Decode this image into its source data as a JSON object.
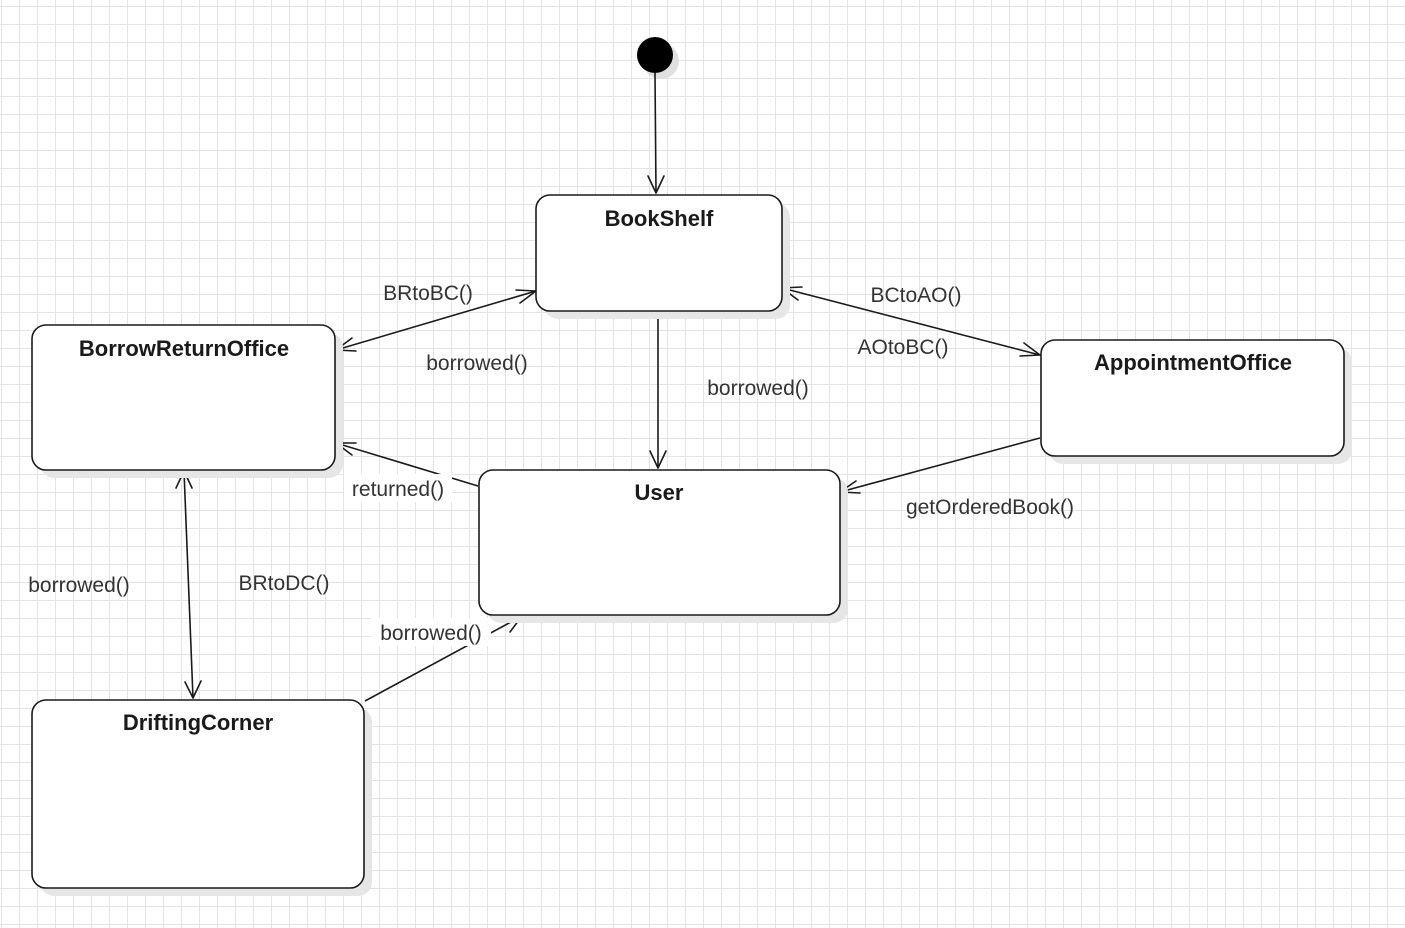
{
  "diagram": {
    "type": "uml-state-machine",
    "states": [
      {
        "id": "bookshelf",
        "name": "BookShelf"
      },
      {
        "id": "borrowreturnoffice",
        "name": "BorrowReturnOffice"
      },
      {
        "id": "appointmentoffice",
        "name": "AppointmentOffice"
      },
      {
        "id": "user",
        "name": "User"
      },
      {
        "id": "driftingcorner",
        "name": "DriftingCorner"
      }
    ],
    "transitions": [
      {
        "id": "initial-to-bookshelf",
        "from": "initial",
        "to": "bookshelf",
        "label": ""
      },
      {
        "id": "bookshelf-borrowreturnoffice",
        "from": "bookshelf",
        "to": "borrowreturnoffice",
        "bidirectional": true,
        "label": "BRtoBC()",
        "label2": "borrowed()"
      },
      {
        "id": "bookshelf-appointmentoffice",
        "from": "bookshelf",
        "to": "appointmentoffice",
        "bidirectional": true,
        "label": "BCtoAO()",
        "label2": "AOtoBC()"
      },
      {
        "id": "bookshelf-to-user",
        "from": "bookshelf",
        "to": "user",
        "label": "borrowed()"
      },
      {
        "id": "user-to-borrowreturnoffice",
        "from": "user",
        "to": "borrowreturnoffice",
        "label": "returned()"
      },
      {
        "id": "appointmentoffice-to-user",
        "from": "appointmentoffice",
        "to": "user",
        "label": "getOrderedBook()"
      },
      {
        "id": "borrowreturnoffice-driftingcorner",
        "from": "borrowreturnoffice",
        "to": "driftingcorner",
        "bidirectional": true,
        "label": "BRtoDC()",
        "label2": "borrowed()"
      },
      {
        "id": "driftingcorner-to-user",
        "from": "driftingcorner",
        "to": "user",
        "label": "borrowed()"
      }
    ]
  }
}
